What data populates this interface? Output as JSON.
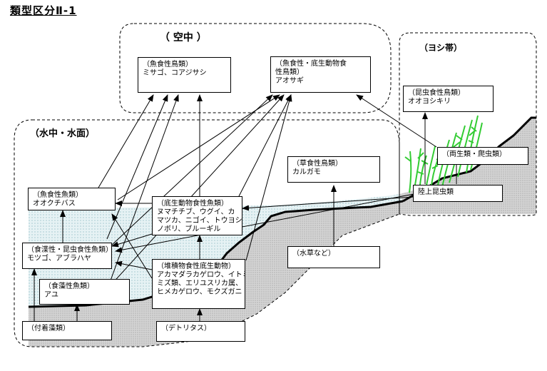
{
  "title": "類型区分Ⅱ-1",
  "regions": {
    "sky": "（ 空中 ）",
    "reed": "（ヨシ帯）",
    "water": "（水中・水面）"
  },
  "boxes": {
    "fish_eating_birds": [
      "（魚食性鳥類）",
      "ミサゴ、コアジサシ"
    ],
    "fish_benthos_birds": [
      "（魚食性・底生動物食",
      "性鳥類）",
      "アオサギ"
    ],
    "insect_birds": [
      "（昆虫食性鳥類）",
      "オオヨシキリ"
    ],
    "amphibians": [
      "（両生類・爬虫類）"
    ],
    "terrestrial_insects": [
      "陸上昆虫類"
    ],
    "herbivorous_birds": [
      "（草食性鳥類）",
      "カルガモ"
    ],
    "piscivorous_fish": [
      "（魚食性魚類）",
      "オオクチバス"
    ],
    "benthos_fish": [
      "（底生動物食性魚類）",
      "ヌマチチブ、ウグイ、カ",
      "マツカ、ニゴイ、トウヨシ",
      "ノボリ、ブルーギル"
    ],
    "omnivorous_fish": [
      "（食渫性・昆虫食性魚類）",
      "モツゴ、アブラハヤ"
    ],
    "aquatic_plants": [
      "（水草など）"
    ],
    "detritus_animals": [
      "（堆積物食性底生動物）",
      "アカマダラカゲロウ、イトミ",
      "ミズ類、エリユスリカ属、",
      "ヒメカゲロウ、モクズガニ"
    ],
    "algae_fish": [
      "（食藻性魚類）",
      "アユ"
    ],
    "attached_algae": [
      "（付着藻類）"
    ],
    "detritus": [
      "（デトリタス）"
    ]
  }
}
